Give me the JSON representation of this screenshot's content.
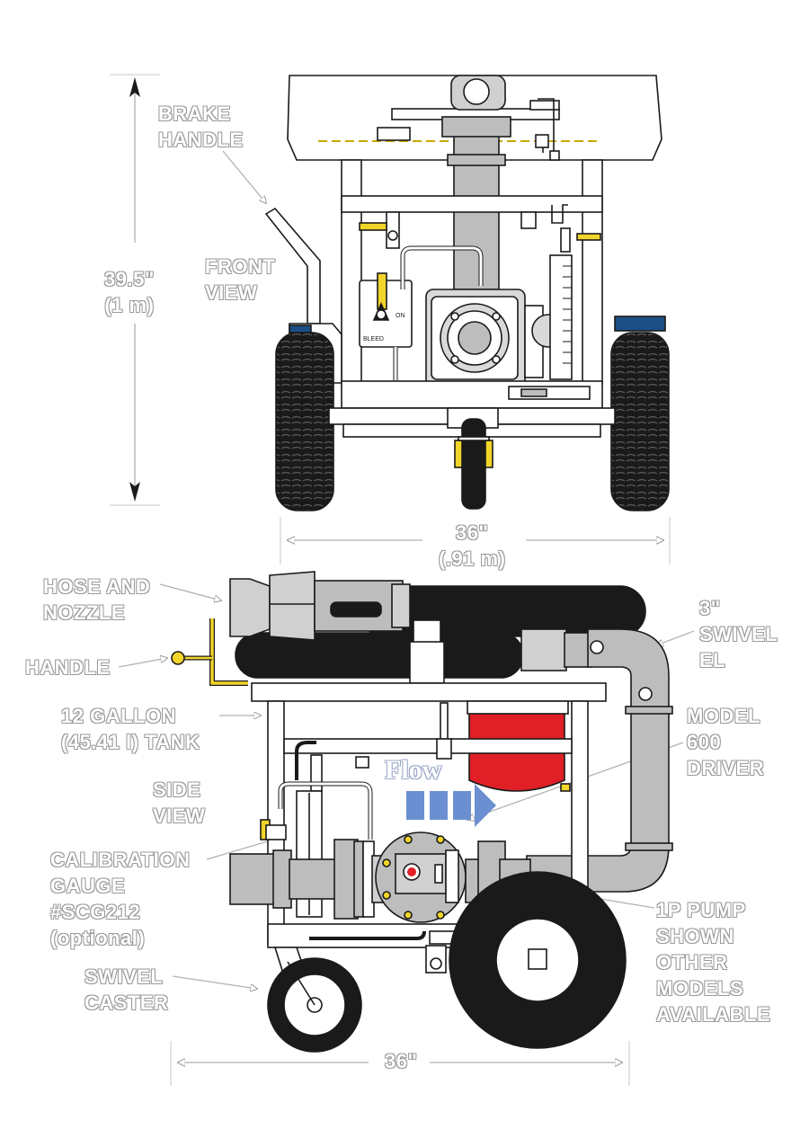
{
  "colors": {
    "outline": "#1a1a1a",
    "frame": "#ffffff",
    "pipe": "#bdbdbd",
    "tire": "#1a1a1a",
    "valve_handle": "#f2d52a",
    "red_driver": "#e01f26",
    "flow_arrow": "#6b8fd0",
    "blue_pad": "#1b4f86",
    "label_outline": "#9a9a9a"
  },
  "front_view": {
    "brake_handle": [
      "BRAKE",
      "HANDLE"
    ],
    "title": [
      "FRONT",
      "VIEW"
    ],
    "height_dim": [
      "39.5\"",
      "(1 m)"
    ],
    "width_dim": [
      "36\"",
      "(.91 m)"
    ],
    "bleed_label": "BLEED",
    "on_label": "ON"
  },
  "side_view": {
    "hose_and_nozzle": [
      "HOSE AND",
      "NOZZLE"
    ],
    "handle": "HANDLE",
    "tank": [
      "12 GALLON",
      "(45.41 l) TANK"
    ],
    "side_view": [
      "SIDE",
      "VIEW"
    ],
    "calibration_gauge": [
      "CALIBRATION",
      "GAUGE",
      "#SCG212",
      "(optional)"
    ],
    "swivel_caster": [
      "SWIVEL",
      "CASTER"
    ],
    "swivel_el": [
      "3\"",
      "SWIVEL",
      "EL"
    ],
    "model_driver": [
      "MODEL",
      "600",
      "DRIVER"
    ],
    "pump": [
      "1P PUMP",
      "SHOWN",
      "OTHER",
      "MODELS",
      "AVAILABLE"
    ],
    "flow": "Flow",
    "length_dim": "36\""
  }
}
